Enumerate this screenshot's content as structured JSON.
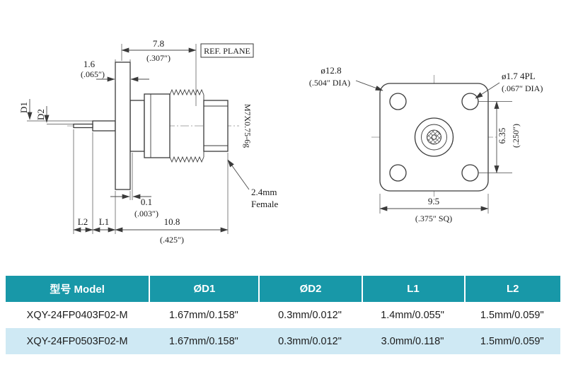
{
  "side_view": {
    "dim_7_8_mm": "7.8",
    "dim_7_8_in": "(.307″)",
    "ref_plane_label": "REF. PLANE",
    "dim_1_6_mm": "1.6",
    "dim_1_6_in": "(.065″)",
    "label_d1": "D1",
    "label_d2": "D2",
    "thread_spec": "M7X0.75-6g",
    "dim_0_1_mm": "0.1",
    "dim_0_1_in": "(.003″)",
    "label_l2": "L2",
    "label_l1": "L1",
    "dim_10_8_mm": "10.8",
    "dim_10_8_in": "(.425″)",
    "connector_type_line1": "2.4mm",
    "connector_type_line2": "Female"
  },
  "front_view": {
    "dia_flange_mm": "ø12.8",
    "dia_flange_in": "(.504″  DIA)",
    "dia_holes_mm": "ø1.7  4PL",
    "dia_holes_in": "(.067″  DIA)",
    "dim_hole_spacing_mm": "6.35",
    "dim_hole_spacing_in": "(.250″)",
    "dim_square_mm": "9.5",
    "dim_square_in": "(.375″ SQ)"
  },
  "table": {
    "headers": {
      "model": "型号 Model",
      "d1": "ØD1",
      "d2": "ØD2",
      "l1": "L1",
      "l2": "L2"
    },
    "rows": [
      {
        "model": "XQY-24FP0403F02-M",
        "d1": "1.67mm/0.158\"",
        "d2": "0.3mm/0.012\"",
        "l1": "1.4mm/0.055\"",
        "l2": "1.5mm/0.059\""
      },
      {
        "model": "XQY-24FP0503F02-M",
        "d1": "1.67mm/0.158\"",
        "d2": "0.3mm/0.012\"",
        "l1": "3.0mm/0.118\"",
        "l2": "1.5mm/0.059\""
      }
    ],
    "colors": {
      "header_bg": "#1898a8",
      "row_even_bg": "#ffffff",
      "row_odd_bg": "#cfe9f4",
      "header_text": "#ffffff",
      "body_text": "#1c1c1c"
    }
  }
}
